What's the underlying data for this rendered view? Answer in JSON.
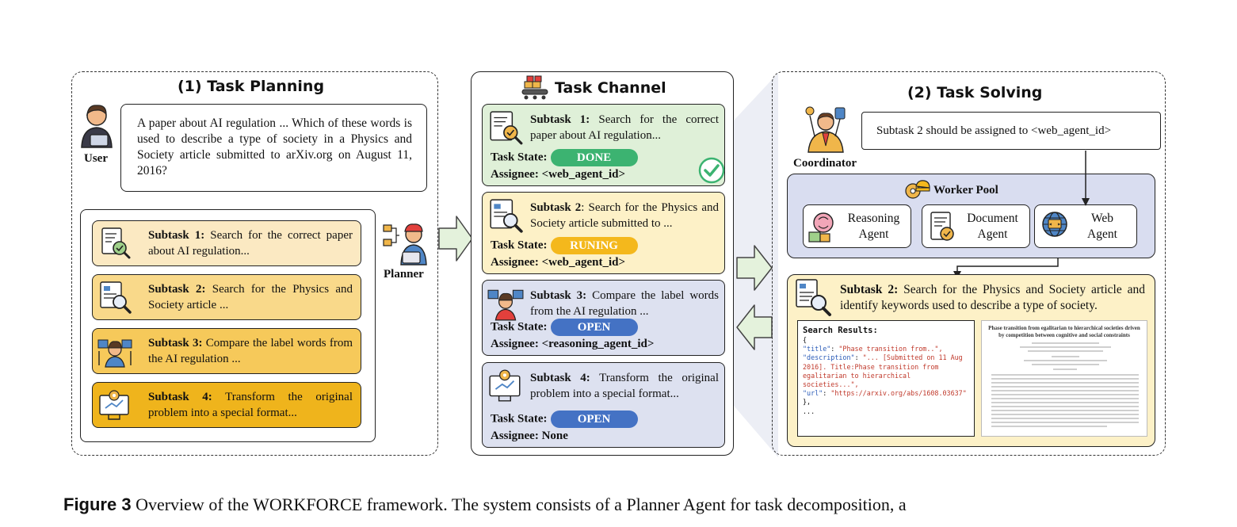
{
  "planning": {
    "title": "(1) Task Planning",
    "user_label": "User",
    "query": "A paper about AI regulation ... Which of these words is used to describe a type of society in a Physics and Society article submitted to arXiv.org on August 11, 2016?",
    "planner_label": "Planner",
    "subtasks": [
      {
        "name": "Subtask 1:",
        "text": " Search for the correct paper about AI regulation...",
        "color": "#fbe9c2"
      },
      {
        "name": "Subtask 2:",
        "text": " Search for the Physics and Society article ...",
        "color": "#f9d98a"
      },
      {
        "name": "Subtask 3:",
        "text": " Compare the label words from the AI regulation ...",
        "color": "#f6c95a"
      },
      {
        "name": "Subtask 4:",
        "text": " Transform the original problem into a special format...",
        "color": "#efb41c"
      }
    ]
  },
  "channel": {
    "title": "Task Channel",
    "state_label": "Task State:",
    "cards": [
      {
        "name": "Subtask 1:",
        "text": " Search for the correct paper about AI regulation...",
        "state": "DONE",
        "assignee": "Assignee: <web_agent_id>",
        "bg": "#dff0d8",
        "pill": "#3cb371"
      },
      {
        "name": "Subtask 2",
        "text": ": Search for the Physics and Society article submitted to ...",
        "state": "RUNING",
        "assignee": "Assignee: <web_agent_id>",
        "bg": "#fdf1c7",
        "pill": "#f4b81c"
      },
      {
        "name": "Subtask 3:",
        "text": " Compare the label words from the AI regulation ...",
        "state": "OPEN",
        "assignee": "Assignee: <reasoning_agent_id>",
        "bg": "#dde1f0",
        "pill": "#4472c4"
      },
      {
        "name": "Subtask 4:",
        "text": " Transform the original problem into a special format...",
        "state": "OPEN",
        "assignee": "Assignee: None",
        "bg": "#dde1f0",
        "pill": "#4472c4"
      }
    ]
  },
  "solving": {
    "title": "(2) Task Solving",
    "coordinator_label": "Coordinator",
    "assignment_text": "Subtask 2 should be assigned to <web_agent_id>",
    "worker_pool_title": "Worker Pool",
    "agents": [
      {
        "line1": "Reasoning",
        "line2": "Agent"
      },
      {
        "line1": "Document",
        "line2": "Agent"
      },
      {
        "line1": "Web",
        "line2": "Agent"
      }
    ],
    "result_title": "Subtask 2:",
    "result_text": " Search for the Physics and Society article and identify keywords used to describe a type of society.",
    "search": {
      "header": "Search Results:",
      "open_brace": "{",
      "title_key": "\"title\"",
      "title_val": "\"Phase transition from..\",",
      "desc_key": "\"description\"",
      "desc_val": "\"... [Submitted on 11 Aug 2016]. Title:Phase transition from egalitarian to hierarchical societies...\",",
      "url_key": "\"url\"",
      "url_val": "\"https://arxiv.org/abs/1608.03637\"",
      "close_brace": "},",
      "ellipsis": "..."
    },
    "paper_title": "Phase transition from egalitarian to hierarchical societies driven by competition between cognitive and social constraints"
  },
  "caption": {
    "fig": "Figure 3",
    "text": "  Overview of the WORKFORCE framework. The system consists of a Planner Agent for task decomposition, a"
  },
  "colors": {
    "done": "#3cb371",
    "running": "#f4b81c",
    "open": "#4472c4",
    "pool_bg": "#d9ddf0",
    "arrow_fill": "#e4f2dc",
    "arrow_stroke": "#444"
  }
}
